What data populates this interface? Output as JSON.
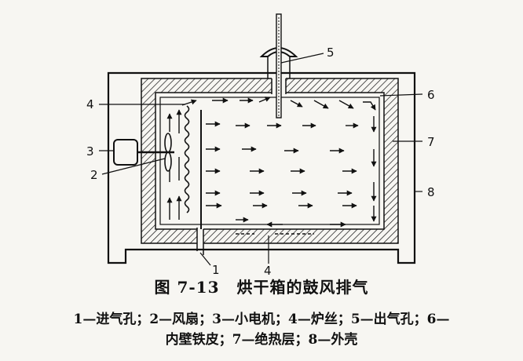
{
  "figure": {
    "number": "图  7-13",
    "title": "烘干箱的鼓风排气"
  },
  "labels": {
    "l1": "1",
    "l2": "2",
    "l3": "3",
    "l4_left": "4",
    "l4_bottom": "4",
    "l5": "5",
    "l6": "6",
    "l7": "7",
    "l8": "8"
  },
  "legend": {
    "line1": "1—进气孔；2—风扇；3—小电机；4—炉丝；5—出气孔；6—",
    "line2": "内壁铁皮；7—绝热层；8—外壳"
  },
  "colors": {
    "ink": "#111111",
    "paper": "#f7f6f2"
  }
}
